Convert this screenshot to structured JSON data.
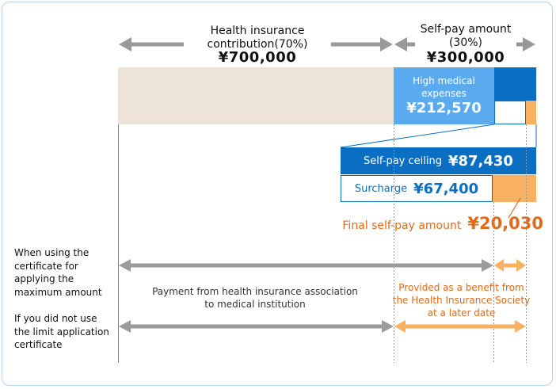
{
  "header": {
    "insurance_label": "Health insurance\ncontribution(70%)",
    "insurance_amount": "¥700,000",
    "selfpay_label": "Self-pay amount\n(30%)",
    "selfpay_amount": "¥300,000"
  },
  "bar": {
    "high_medical_label": "High medical\nexpenses",
    "high_medical_amount": "¥212,570"
  },
  "detail": {
    "ceiling_label": "Self-pay ceiling",
    "ceiling_amount": "¥87,430",
    "surcharge_label": "Surcharge",
    "surcharge_amount": "¥67,400",
    "final_label": "Final self-pay amount",
    "final_amount": "¥20,030"
  },
  "rows": {
    "with_certificate": "When using the\ncertificate for\napplying the\nmaximum amount",
    "without_certificate": "If you did not use\nthe limit application\ncertificate",
    "payment_from_association": "Payment from health insurance association\nto medical institution",
    "benefit_later": "Provided as a benefit from\nthe Health Insurance Society\nat a later date"
  },
  "colors": {
    "beige": "#ede3d6",
    "light_blue": "#5aaaf0",
    "dark_blue": "#0a6fc2",
    "orange": "#f7b161",
    "orange_text": "#e06a1a",
    "gray_arrow": "#9b9b9b"
  }
}
